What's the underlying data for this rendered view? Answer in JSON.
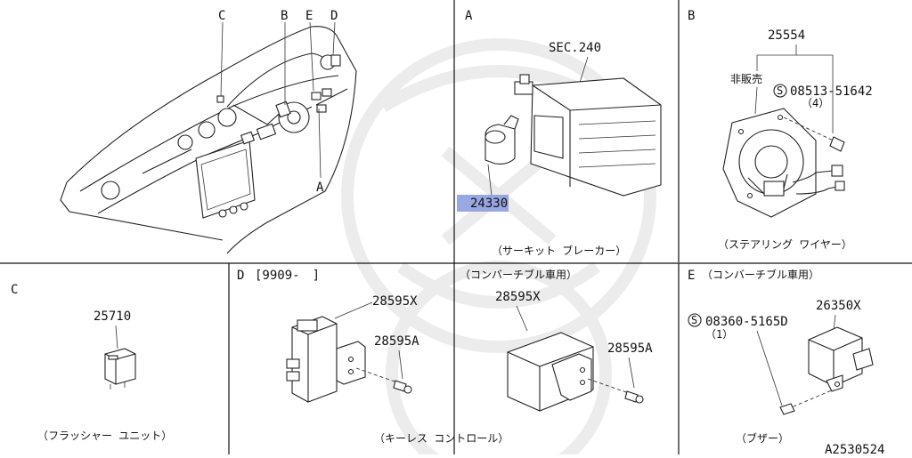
{
  "panels": {
    "main": {
      "callouts": {
        "c": "C",
        "b": "B",
        "e": "E",
        "d": "D",
        "a": "A"
      }
    },
    "a": {
      "title": "A",
      "sec_ref": "SEC.240",
      "part_number": "24330",
      "caption": "（サーキット ブレーカー）",
      "highlight_color": "#8e9ee0"
    },
    "b": {
      "title": "B",
      "part_number": "25554",
      "not_for_sale": "非販売",
      "screw_symbol": "S",
      "screw_number": "08513-51642",
      "screw_qty": "（4）",
      "caption": "（ステアリング ワイヤー）"
    },
    "c": {
      "title": "C",
      "part_number": "25710",
      "caption": "（フラッシャー ユニット）"
    },
    "d": {
      "title": "D",
      "date_range": "[9909-　]",
      "convertible_note": "（コンバーチブル車用）",
      "left_part_1": "28595X",
      "left_part_2": "28595A",
      "right_part_1": "28595X",
      "right_part_2": "28595A",
      "caption": "（キーレス コントロール）"
    },
    "e": {
      "title": "E",
      "convertible_note": "（コンバーチブル車用）",
      "screw_symbol": "S",
      "screw_number": "08360-5165D",
      "screw_qty": "（1）",
      "part_number": "26350X",
      "caption": "（ブザー）"
    }
  },
  "figure_id": "A2530524"
}
